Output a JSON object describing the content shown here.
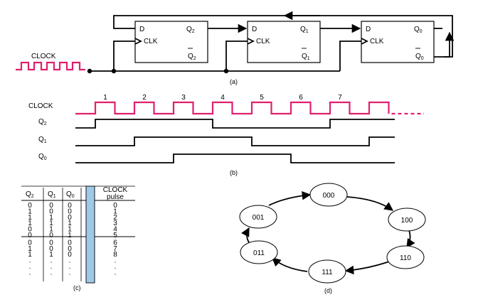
{
  "colors": {
    "clock": "#e0206e",
    "table_divider": "#9fc9e6",
    "ink": "#000000"
  },
  "counter": {
    "flipflops": [
      {
        "d": "D",
        "clk": "CLK",
        "q": "Q",
        "q_sub": "2",
        "qbar": "Q",
        "qbar_sub": "2"
      },
      {
        "d": "D",
        "clk": "CLK",
        "q": "Q",
        "q_sub": "1",
        "qbar": "Q",
        "qbar_sub": "1"
      },
      {
        "d": "D",
        "clk": "CLK",
        "q": "Q",
        "q_sub": "0",
        "qbar": "Q",
        "qbar_sub": "0"
      }
    ],
    "clock_label": "CLOCK",
    "caption": "(a)"
  },
  "timing": {
    "clock_label": "CLOCK",
    "pulse_numbers": [
      "1",
      "2",
      "3",
      "4",
      "5",
      "6",
      "7"
    ],
    "signals": [
      {
        "name": "Q",
        "sub": "2",
        "waveform": [
          0,
          1,
          1,
          1,
          0,
          0,
          0,
          1,
          1
        ]
      },
      {
        "name": "Q",
        "sub": "1",
        "waveform": [
          0,
          0,
          1,
          1,
          1,
          0,
          0,
          0,
          1
        ]
      },
      {
        "name": "Q",
        "sub": "0",
        "waveform": [
          0,
          0,
          0,
          1,
          1,
          1,
          0,
          0,
          0
        ]
      }
    ],
    "caption": "(b)"
  },
  "table": {
    "headers": [
      {
        "name": "Q",
        "sub": "2"
      },
      {
        "name": "Q",
        "sub": "1"
      },
      {
        "name": "Q",
        "sub": "0"
      }
    ],
    "pulse_header": [
      "CLOCK",
      "pulse"
    ],
    "rows": [
      [
        "0",
        "0",
        "0",
        "0"
      ],
      [
        "1",
        "0",
        "0",
        "1"
      ],
      [
        "1",
        "1",
        "0",
        "2"
      ],
      [
        "1",
        "1",
        "1",
        "3"
      ],
      [
        "0",
        "1",
        "1",
        "4"
      ],
      [
        "0",
        "0",
        "1",
        "5"
      ],
      [
        "0",
        "0",
        "0",
        "6"
      ],
      [
        "1",
        "0",
        "0",
        "7"
      ],
      [
        "1",
        "1",
        "0",
        "8"
      ],
      [
        ".",
        ".",
        ".",
        "."
      ],
      [
        ".",
        ".",
        ".",
        "."
      ],
      [
        ".",
        ".",
        ".",
        "."
      ]
    ],
    "caption": "(c)"
  },
  "state_diagram": {
    "states": [
      "000",
      "100",
      "110",
      "111",
      "011",
      "001"
    ],
    "caption": "(d)"
  }
}
